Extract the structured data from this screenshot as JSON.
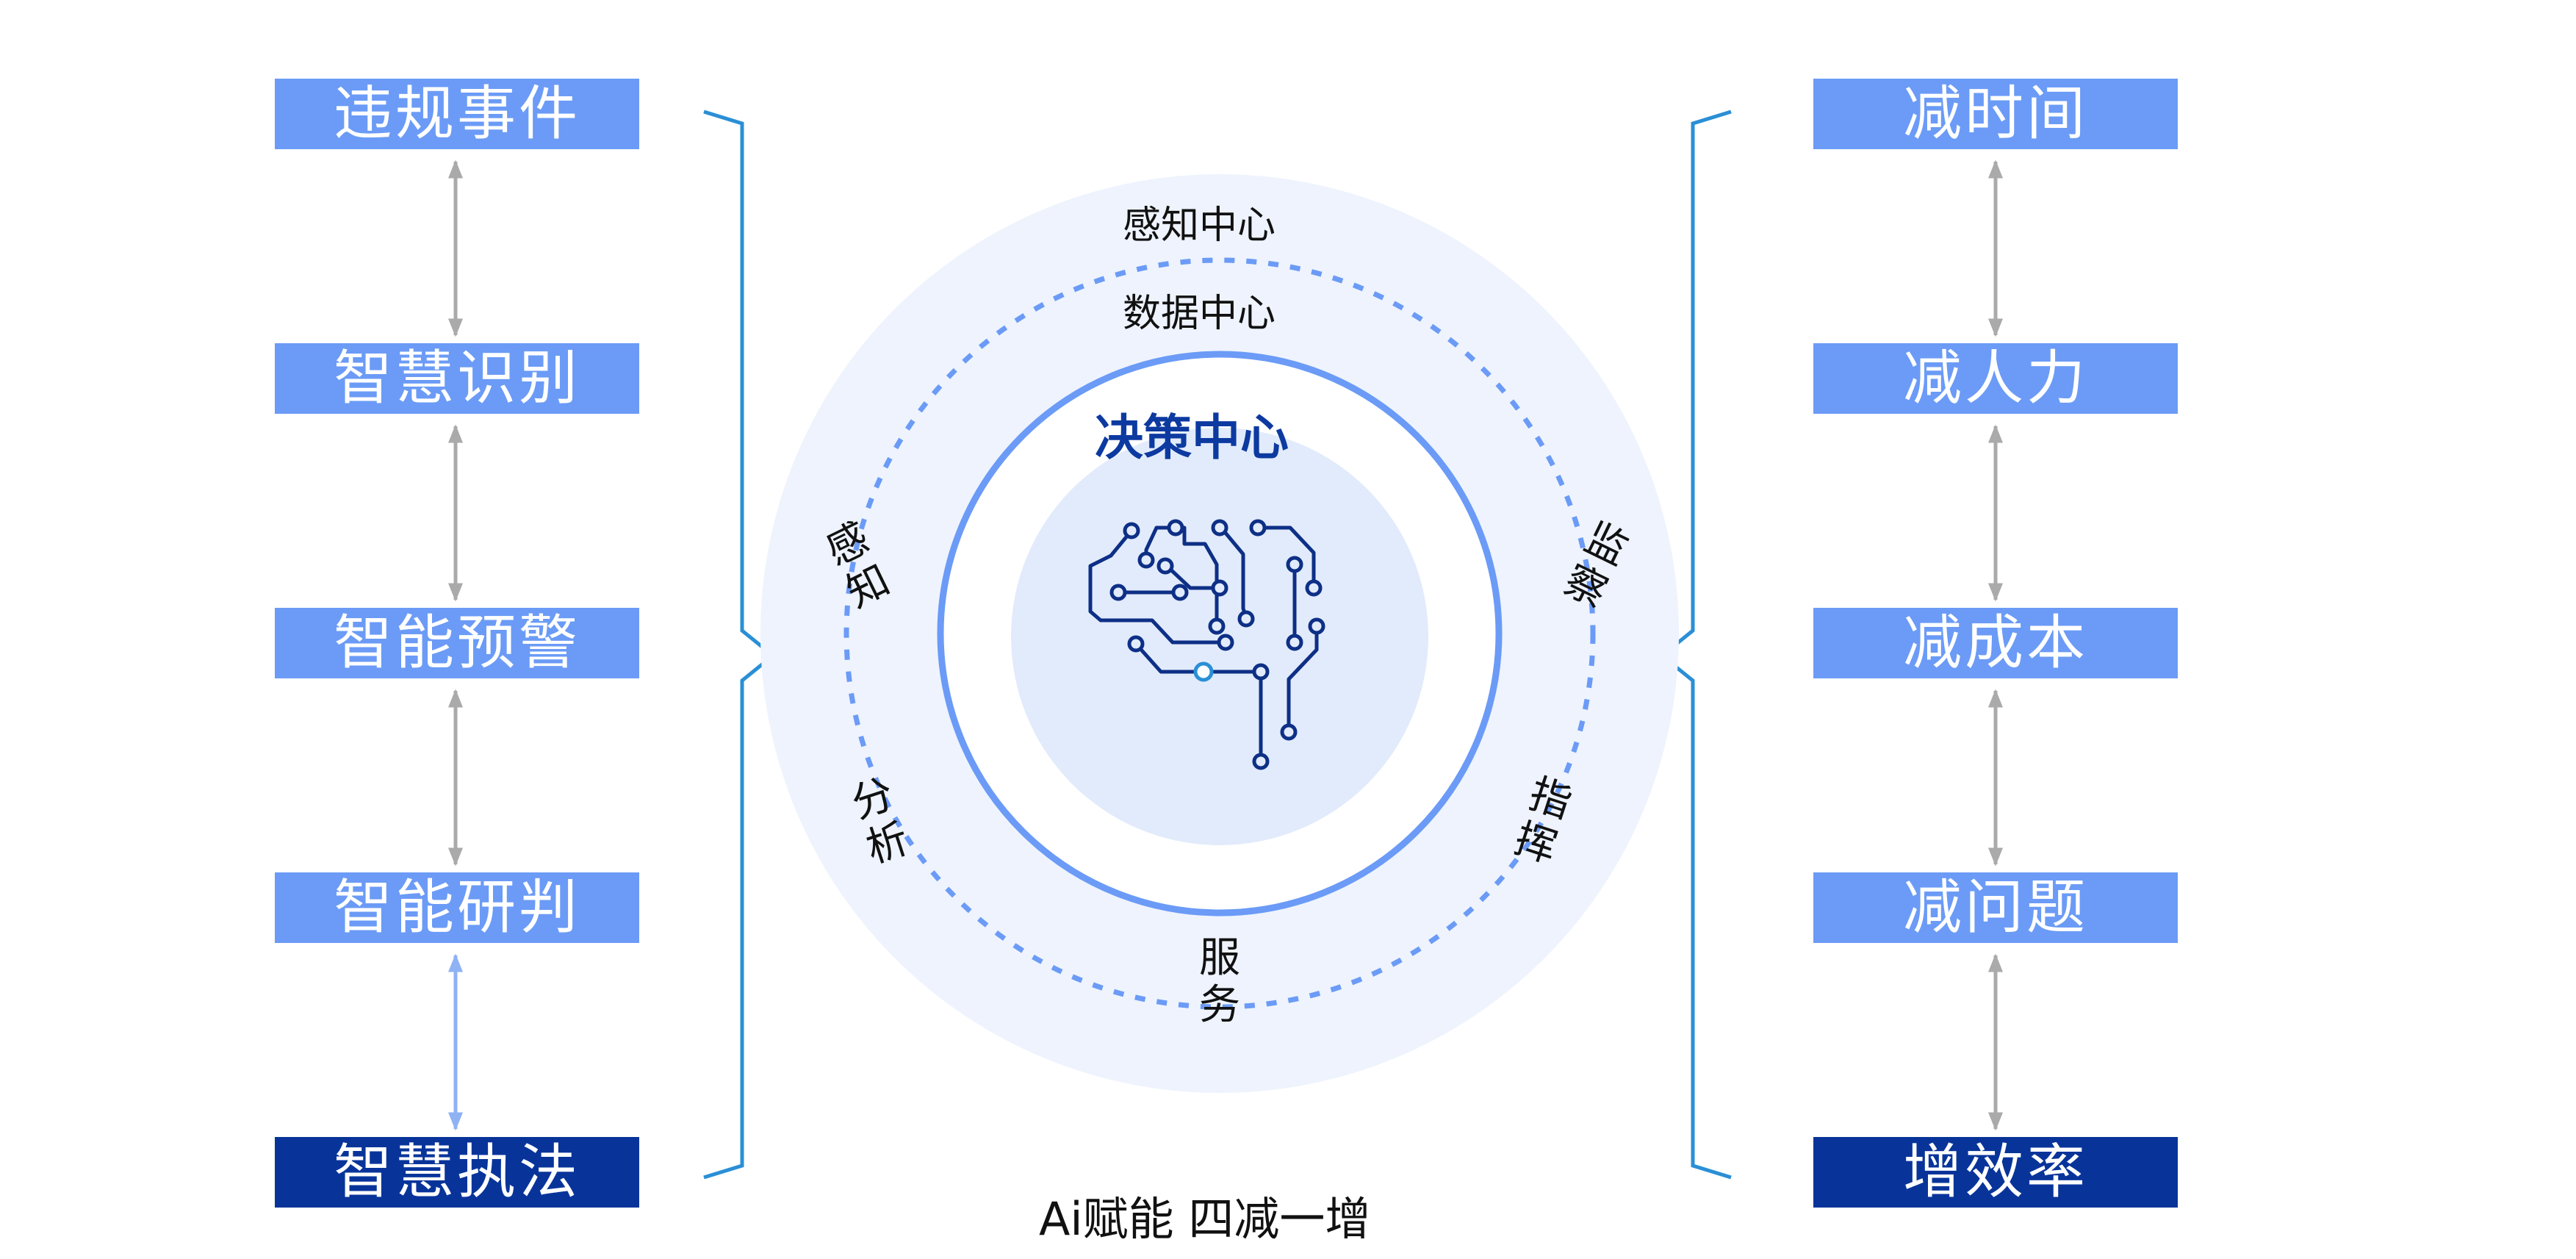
{
  "left_column": {
    "items": [
      "违规事件",
      "智慧识别",
      "智能预警",
      "智能研判",
      "智慧执法"
    ]
  },
  "right_column": {
    "items": [
      "减时间",
      "减人力",
      "减成本",
      "减问题",
      "增效率"
    ]
  },
  "circle": {
    "outer_top_label": "感知中心",
    "ring_top_label": "数据中心",
    "center_title": "决策中心",
    "ring_left_upper": "感知",
    "ring_left_lower": "分析",
    "ring_right_upper": "监察",
    "ring_right_lower": "指挥",
    "ring_bottom": "服务"
  },
  "caption": "Ai赋能 四减一增",
  "colors": {
    "box_light": "#6b9bf6",
    "box_dark": "#08349a",
    "bracket": "#2a8fd6",
    "outer_disc": "#eef3fd",
    "ring_stroke": "#6b9bf6",
    "inner_disc": "#e2ebfb",
    "brain_stroke": "#0d2f86",
    "arrow_gray": "#aaaaaa",
    "arrow_blue": "#8fb2f5"
  },
  "icons": [
    "brain-circuit-icon"
  ]
}
